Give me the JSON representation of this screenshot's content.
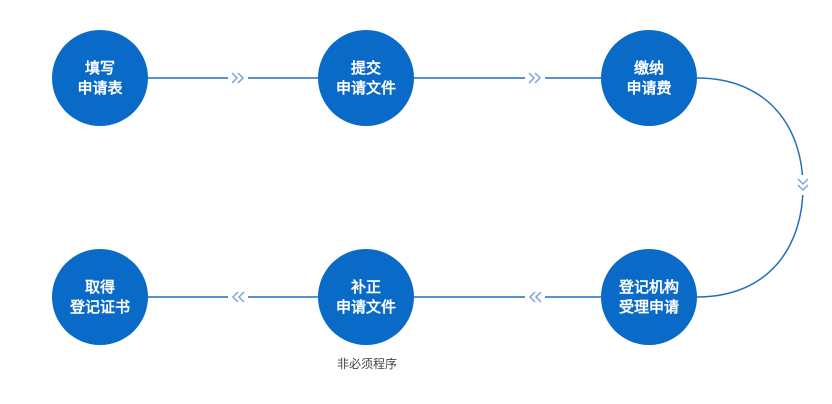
{
  "steps": [
    {
      "line1": "填写",
      "line2": "申请表"
    },
    {
      "line1": "提交",
      "line2": "申请文件"
    },
    {
      "line1": "缴纳",
      "line2": "申请费"
    },
    {
      "line1": "登记机构",
      "line2": "受理申请"
    },
    {
      "line1": "补正",
      "line2": "申请文件"
    },
    {
      "line1": "取得",
      "line2": "登记证书"
    }
  ],
  "note": "非必须程序",
  "colors": {
    "node": "#0a6ac7",
    "line": "#1f6fbf",
    "chevron": "#7aa6d6",
    "text": "#ffffff",
    "note": "#444444"
  }
}
